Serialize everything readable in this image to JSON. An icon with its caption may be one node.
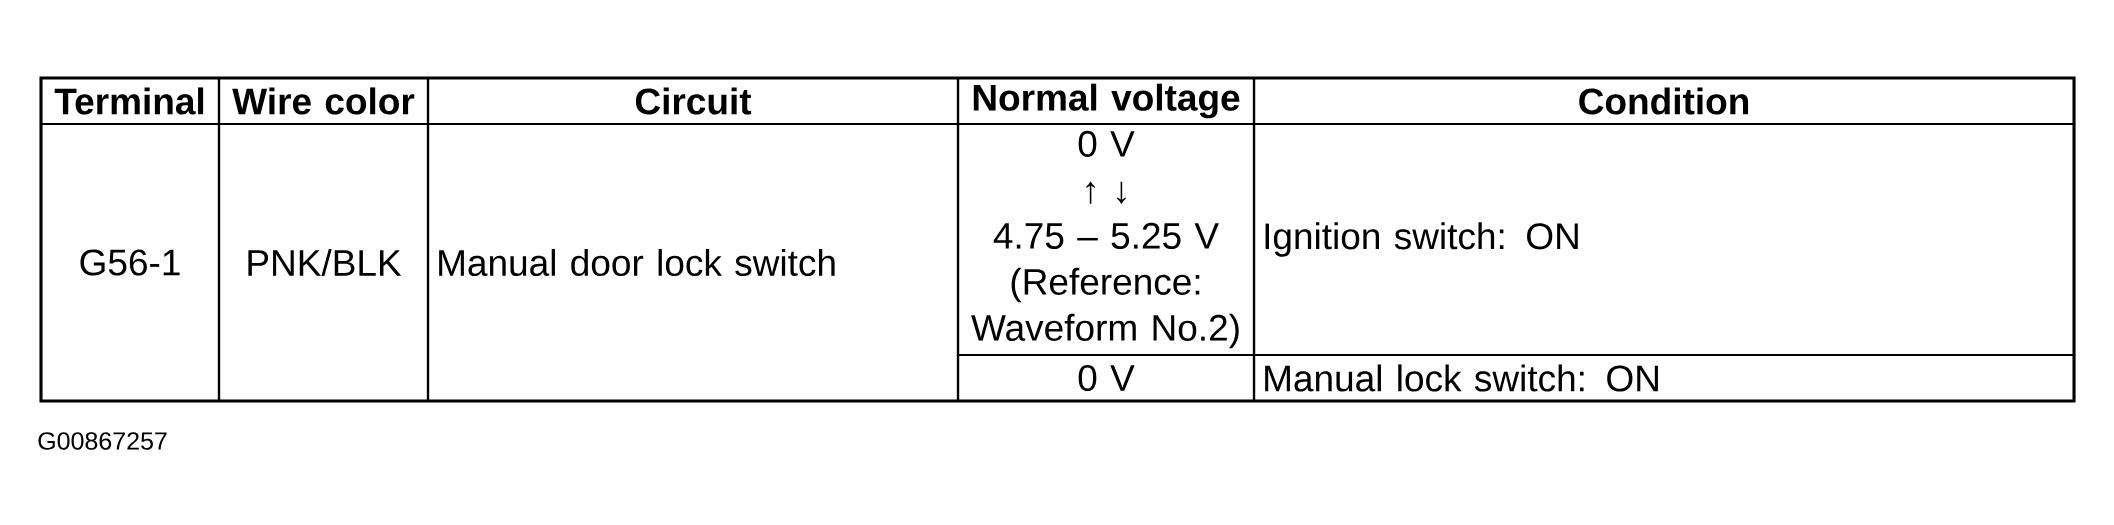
{
  "diagram": {
    "labels": [
      "Terminal",
      "Wire color",
      "Circuit",
      "Normal voltage",
      "Condition",
      "G56-1",
      "PNK/BLK",
      "Manual door lock switch",
      "0 V",
      "↑ ↓",
      "4.75 – 5.25 V",
      "(Reference: Waveform No.2)",
      "Ignition switch: ON",
      "0 V",
      "Manual lock switch: ON",
      "G00867257"
    ]
  }
}
